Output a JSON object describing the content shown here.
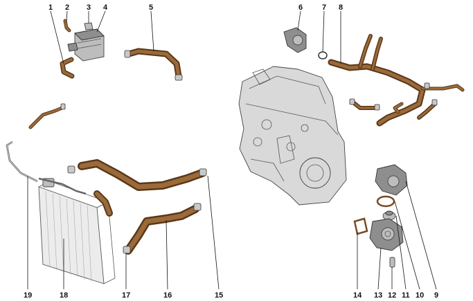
{
  "diagram": {
    "callouts": [
      {
        "id": "c1",
        "label": "1"
      },
      {
        "id": "c2",
        "label": "2"
      },
      {
        "id": "c3",
        "label": "3"
      },
      {
        "id": "c4",
        "label": "4"
      },
      {
        "id": "c5",
        "label": "5"
      },
      {
        "id": "c6",
        "label": "6"
      },
      {
        "id": "c7",
        "label": "7"
      },
      {
        "id": "c8",
        "label": "8"
      },
      {
        "id": "c9",
        "label": "9"
      },
      {
        "id": "c10",
        "label": "10"
      },
      {
        "id": "c11",
        "label": "11"
      },
      {
        "id": "c12",
        "label": "12"
      },
      {
        "id": "c13",
        "label": "13"
      },
      {
        "id": "c14",
        "label": "14"
      },
      {
        "id": "c15",
        "label": "15"
      },
      {
        "id": "c16",
        "label": "16"
      },
      {
        "id": "c17",
        "label": "17"
      },
      {
        "id": "c18",
        "label": "18"
      },
      {
        "id": "c19",
        "label": "19"
      }
    ],
    "colors": {
      "hose": "#8b5a2b",
      "hose_dark": "#5a3718",
      "metal": "#bdbdbd",
      "engine": "#d9d9d9",
      "background": "#ffffff"
    }
  }
}
